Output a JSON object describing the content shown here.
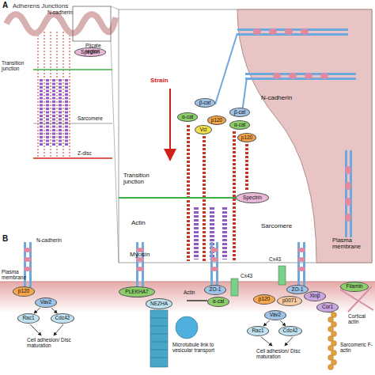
{
  "diagram": {
    "title": "Adherens Junctions",
    "nodes": [
      {
        "text": [
          "β-cat"
        ]
      },
      {
        "text": [
          "α-cat"
        ]
      },
      {
        "text": [
          "Vcl"
        ]
      },
      {
        "text": [
          "p120"
        ]
      },
      {
        "text": [
          "β-cat"
        ]
      },
      {
        "text": [
          "α-cat"
        ]
      },
      {
        "text": [
          "p120"
        ]
      },
      {
        "text": [
          "Spectrin"
        ]
      },
      {
        "text": [
          "Spectrin"
        ]
      },
      {
        "text": [
          "p120"
        ]
      },
      {
        "text": [
          "Vav2"
        ]
      },
      {
        "text": [
          "Rac1"
        ]
      },
      {
        "text": [
          "Cdc42"
        ]
      },
      {
        "text": [
          "PLEKHA7"
        ]
      },
      {
        "text": [
          "NEZHA"
        ]
      },
      {
        "text": [
          "ZO-1"
        ]
      },
      {
        "text": [
          "α-cat"
        ]
      },
      {
        "text": [
          "ZO-1"
        ]
      },
      {
        "text": [
          "p120"
        ]
      },
      {
        "text": [
          "p0071"
        ]
      },
      {
        "text": [
          "Xinβ"
        ]
      },
      {
        "text": [
          "Filamin"
        ]
      },
      {
        "text": [
          "Cor1"
        ]
      },
      {
        "text": [
          "Vav2"
        ]
      },
      {
        "text": [
          "Rac1"
        ]
      },
      {
        "text": [
          "Cdc42"
        ]
      }
    ],
    "edges": [
      {
        "from": 10,
        "to": 11,
        "arrow": "to"
      },
      {
        "from": 10,
        "to": 12,
        "arrow": "to"
      },
      {
        "from": 23,
        "to": 24,
        "arrow": "to"
      },
      {
        "from": 23,
        "to": 25,
        "arrow": "to"
      }
    ],
    "labels": [
      "A",
      "N-cadherin",
      "Plicate region",
      "Transition junction",
      "Sarcomere",
      "Z-disc",
      "Strain",
      "N-cadherin",
      "Plasma membrane",
      "Transition junction",
      "Sarcomere",
      "Actin",
      "Myosin",
      "B",
      "N-cadherin",
      "Plasma membrane",
      "Cell adhesion/ Disc maturation",
      "Microtubule link to vesicular transport",
      "Actin",
      "Cx43",
      "Cx43",
      "Cortical actin",
      "Cell adhesion/ Disc maturation",
      "Sarcomeric F-actin"
    ]
  }
}
